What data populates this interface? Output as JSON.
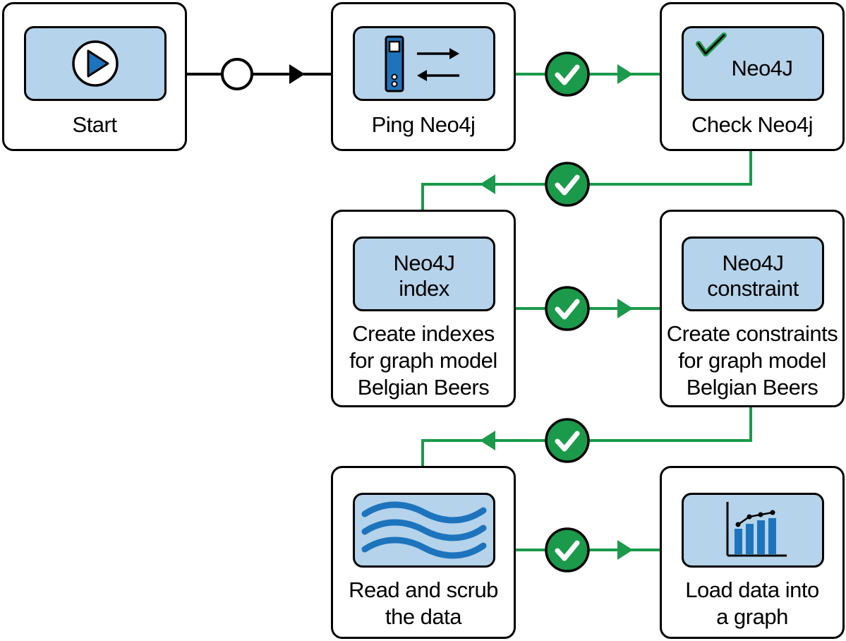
{
  "colors": {
    "flow_line": "#1a9a4a",
    "check_fill": "#1a9a4a",
    "icon_box_fill": "#b5d3ea",
    "icon_blue": "#1d74bd",
    "start_line": "#000000"
  },
  "nodes": {
    "start": {
      "caption": "Start",
      "icon": "play-icon"
    },
    "ping": {
      "caption": "Ping Neo4j",
      "icon": "server-transfer-icon"
    },
    "check": {
      "caption": "Check Neo4j",
      "icon_text": "Neo4J",
      "icon": "checkmark-icon"
    },
    "index": {
      "caption_lines": [
        "Create indexes",
        "for graph model",
        "Belgian Beers"
      ],
      "icon_text_lines": [
        "Neo4J",
        "index"
      ]
    },
    "constraint": {
      "caption_lines": [
        "Create constraints",
        "for graph model",
        "Belgian Beers"
      ],
      "icon_text_lines": [
        "Neo4J",
        "constraint"
      ]
    },
    "scrub": {
      "caption_lines": [
        "Read and scrub",
        "the data"
      ],
      "icon": "waves-icon"
    },
    "load": {
      "caption_lines": [
        "Load data into",
        "a graph"
      ],
      "icon": "bar-chart-icon"
    }
  },
  "connectors": {
    "start_to_ping": {
      "status_icon": "circle-icon"
    },
    "success_status_icon": "check-circle-icon"
  }
}
